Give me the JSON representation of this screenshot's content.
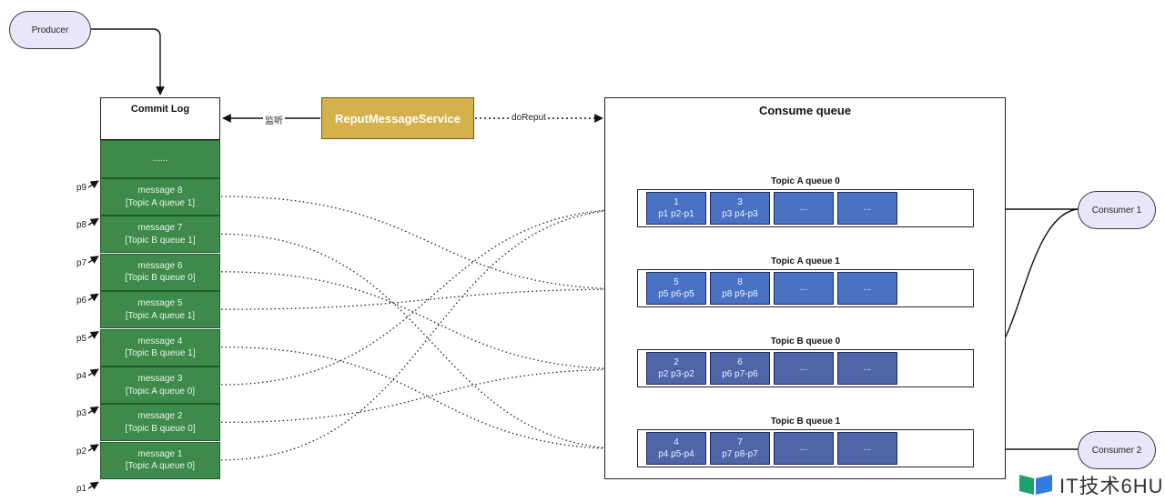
{
  "producer": {
    "label": "Producer"
  },
  "commit_log": {
    "title": "Commit Log",
    "ellipsis": "......",
    "messages": [
      {
        "line1": "message 8",
        "line2": "[Topic A queue 1]"
      },
      {
        "line1": "message 7",
        "line2": "[Topic B queue 1]"
      },
      {
        "line1": "message 6",
        "line2": "[Topic B queue 0]"
      },
      {
        "line1": "message 5",
        "line2": "[Topic A queue 1]"
      },
      {
        "line1": "message 4",
        "line2": "[Topic B queue 1]"
      },
      {
        "line1": "message 3",
        "line2": "[Topic A queue 0]"
      },
      {
        "line1": "message 2",
        "line2": "[Topic B queue 0]"
      },
      {
        "line1": "message 1",
        "line2": "[Topic A queue 0]"
      }
    ],
    "pointers": [
      "p9",
      "p8",
      "p7",
      "p6",
      "p5",
      "p4",
      "p3",
      "p2",
      "p1"
    ]
  },
  "reput": {
    "label": "ReputMessageService",
    "listen_label": "监听",
    "do_reput_label": "doReput"
  },
  "consume_queue": {
    "title": "Consume queue",
    "queues": [
      {
        "label": "Topic A queue 0",
        "cells": [
          {
            "line1": "1",
            "line2": "p1 p2-p1"
          },
          {
            "line1": "3",
            "line2": "p3 p4-p3"
          },
          {
            "line1": "...",
            "line2": ""
          },
          {
            "line1": "...",
            "line2": ""
          }
        ]
      },
      {
        "label": "Topic A queue 1",
        "cells": [
          {
            "line1": "5",
            "line2": "p5 p6-p5"
          },
          {
            "line1": "8",
            "line2": "p8 p9-p8"
          },
          {
            "line1": "...",
            "line2": ""
          },
          {
            "line1": "...",
            "line2": ""
          }
        ]
      },
      {
        "label": "Topic B queue 0",
        "cells": [
          {
            "line1": "2",
            "line2": "p2 p3-p2"
          },
          {
            "line1": "6",
            "line2": "p6 p7-p6"
          },
          {
            "line1": "...",
            "line2": ""
          },
          {
            "line1": "...",
            "line2": ""
          }
        ]
      },
      {
        "label": "Topic B queue 1",
        "cells": [
          {
            "line1": "4",
            "line2": "p4 p5-p4"
          },
          {
            "line1": "7",
            "line2": "p7 p8-p7"
          },
          {
            "line1": "...",
            "line2": ""
          },
          {
            "line1": "...",
            "line2": ""
          }
        ]
      }
    ]
  },
  "consumers": [
    {
      "label": "Consumer 1"
    },
    {
      "label": "Consumer 2"
    }
  ],
  "watermark": {
    "text": "IT技术6HU"
  },
  "colors": {
    "message_green": "#3d8a4b",
    "reput_gold": "#d4b14a",
    "queue_a_blue": "#4a72c4",
    "queue_b_blue": "#4f65a8",
    "pill_lavender": "#e9e6fb"
  }
}
